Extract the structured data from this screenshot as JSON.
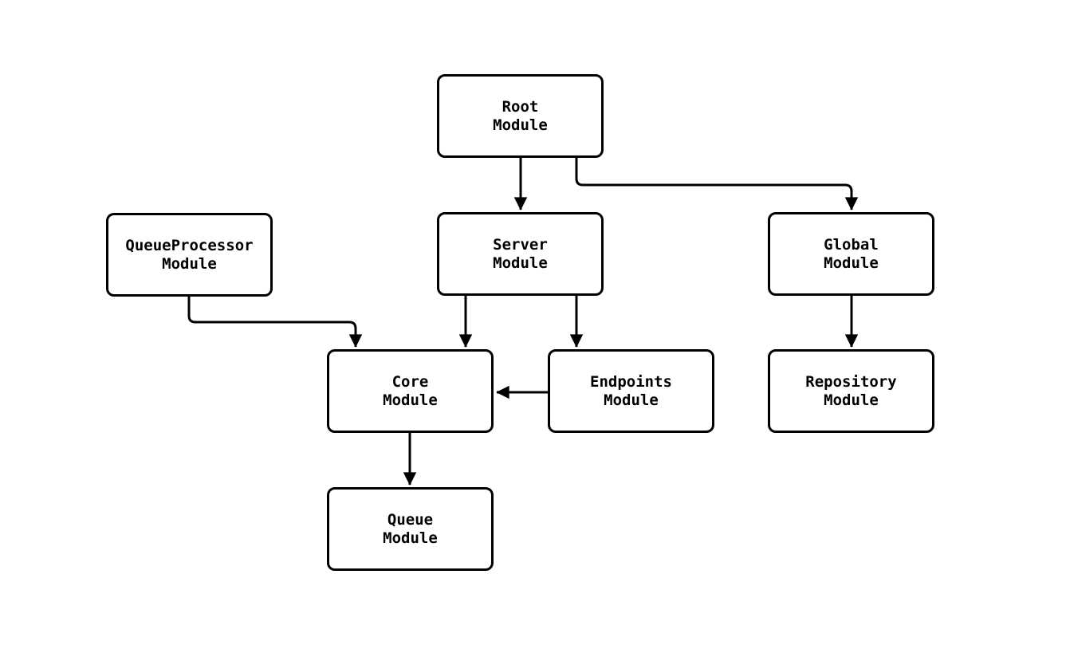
{
  "diagram": {
    "type": "flowchart",
    "direction": "top-down",
    "background_color": "#ffffff",
    "node_fill_color": "#ffffff",
    "node_border_color": "#000000",
    "edge_color": "#000000",
    "text_color": "#000000",
    "nodes": {
      "root": {
        "label": "Root\nModule"
      },
      "server": {
        "label": "Server\nModule"
      },
      "global": {
        "label": "Global\nModule"
      },
      "queueprocessor": {
        "label": "QueueProcessor\nModule"
      },
      "core": {
        "label": "Core\nModule"
      },
      "endpoints": {
        "label": "Endpoints\nModule"
      },
      "repository": {
        "label": "Repository\nModule"
      },
      "queue": {
        "label": "Queue\nModule"
      }
    },
    "edges": [
      {
        "from": "root",
        "to": "server"
      },
      {
        "from": "root",
        "to": "global"
      },
      {
        "from": "queueprocessor",
        "to": "core"
      },
      {
        "from": "server",
        "to": "core"
      },
      {
        "from": "server",
        "to": "endpoints"
      },
      {
        "from": "endpoints",
        "to": "core"
      },
      {
        "from": "global",
        "to": "repository"
      },
      {
        "from": "core",
        "to": "queue"
      }
    ]
  }
}
